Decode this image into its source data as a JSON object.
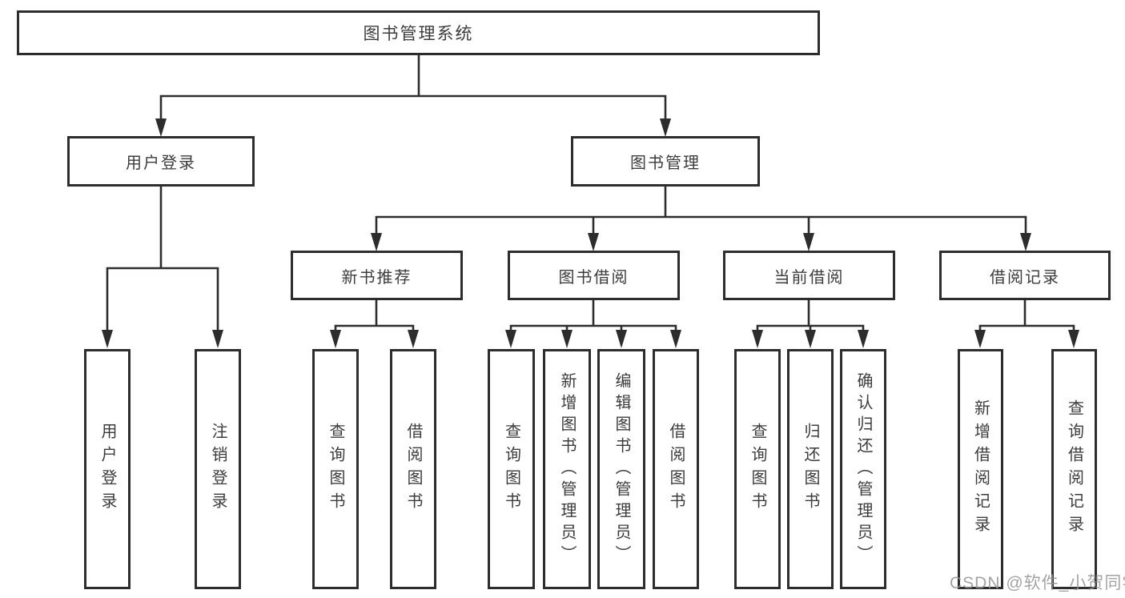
{
  "nodes": {
    "root": {
      "label": "图书管理系统"
    },
    "level2": [
      {
        "id": "user-login",
        "label": "用户登录"
      },
      {
        "id": "book-management",
        "label": "图书管理"
      }
    ],
    "level3": [
      {
        "id": "new-book-recommend",
        "label": "新书推荐"
      },
      {
        "id": "book-borrow",
        "label": "图书借阅"
      },
      {
        "id": "current-borrow",
        "label": "当前借阅"
      },
      {
        "id": "borrow-records",
        "label": "借阅记录"
      }
    ],
    "leaves": [
      {
        "parent": "user-login",
        "label": "用户登录"
      },
      {
        "parent": "user-login",
        "label": "注销登录"
      },
      {
        "parent": "new-book-recommend",
        "label": "查询图书"
      },
      {
        "parent": "new-book-recommend",
        "label": "借阅图书"
      },
      {
        "parent": "book-borrow",
        "label": "查询图书"
      },
      {
        "parent": "book-borrow",
        "label": "新增图书（管理员）"
      },
      {
        "parent": "book-borrow",
        "label": "编辑图书（管理员）"
      },
      {
        "parent": "book-borrow",
        "label": "借阅图书"
      },
      {
        "parent": "current-borrow",
        "label": "查询图书"
      },
      {
        "parent": "current-borrow",
        "label": "归还图书"
      },
      {
        "parent": "current-borrow",
        "label": "确认归还（管理员）"
      },
      {
        "parent": "borrow-records",
        "label": "新增借阅记录"
      },
      {
        "parent": "borrow-records",
        "label": "查询借阅记录"
      }
    ]
  },
  "watermark": "CSDN @软件_小贺同学",
  "colors": {
    "line": "#2d2d2d",
    "text": "#3c3c3c",
    "watermark": "#949494",
    "background": "#ffffff"
  }
}
